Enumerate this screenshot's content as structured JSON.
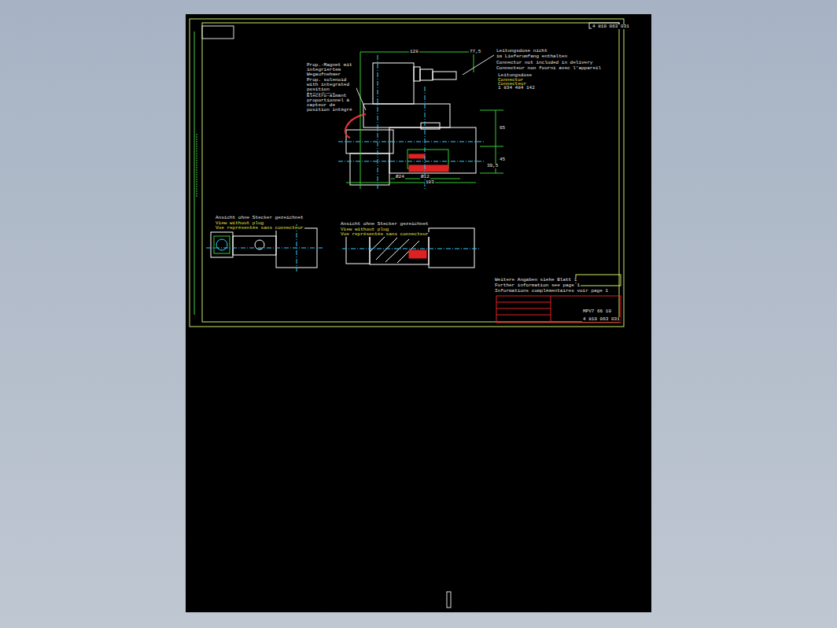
{
  "diagram": {
    "labels": [
      "4 810 063 031",
      "Prop.-Magnet mit integriertem Wegaufnehmer",
      "Prop. solenoid with integrated position transducer",
      "Electro-aimant proportionnel à capteur de position intégré",
      "Leitungsdose nicht",
      "im Lieferumfang enthalten",
      "Connector not included in delivery",
      "Connecteur non fourni avec l'appareil",
      "Leitungsdose",
      "Connector",
      "Connecteur",
      "1 834 484 142",
      "Ansicht ohne Stecker gezeichnet",
      "View without plug",
      "Vue représentée sans connecteur",
      "Ansicht ohne Stecker gezeichnet",
      "View without plug",
      "Vue représentée sans connecteur",
      "Weitere Angaben siehe Blatt 1",
      "Further information see page 1",
      "Informations complémentaires voir page 1",
      "MPV7 66 10",
      "4 810 063 031",
      "128",
      "77,5",
      "Ø24",
      "Ø12",
      "103",
      "65",
      "45",
      "39,5"
    ]
  }
}
